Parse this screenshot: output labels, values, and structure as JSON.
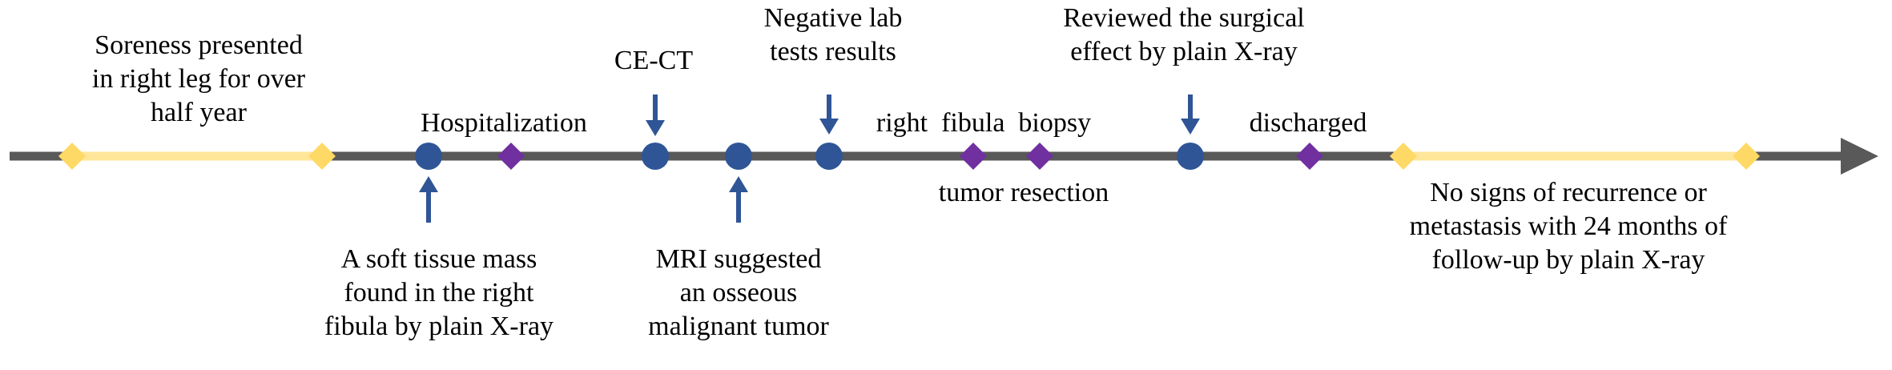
{
  "colors": {
    "axis": "#595959",
    "period": "#FFE699",
    "period_marker": "#FFD966",
    "event_dot": "#2F5597",
    "event_diamond": "#7030A0",
    "arrow": "#2F5597",
    "text": "#000000"
  },
  "labels": {
    "soreness": "Soreness presented\nin right leg for over\nhalf year",
    "hospitalization": "Hospitalization",
    "soft_tissue": "A soft tissue mass\nfound in the right\nfibula by plain X-ray",
    "cect": "CE-CT",
    "mri": "MRI suggested\nan osseous\nmalignant tumor",
    "lab": "Negative lab\ntests results",
    "biopsy": "right  fibula  biopsy",
    "resection": "tumor resection",
    "review": "Reviewed the surgical\neffect by plain X-ray",
    "discharged": "discharged",
    "follow_up": "No signs of recurrence or\nmetastasis with 24 months of\nfollow-up by plain X-ray"
  }
}
